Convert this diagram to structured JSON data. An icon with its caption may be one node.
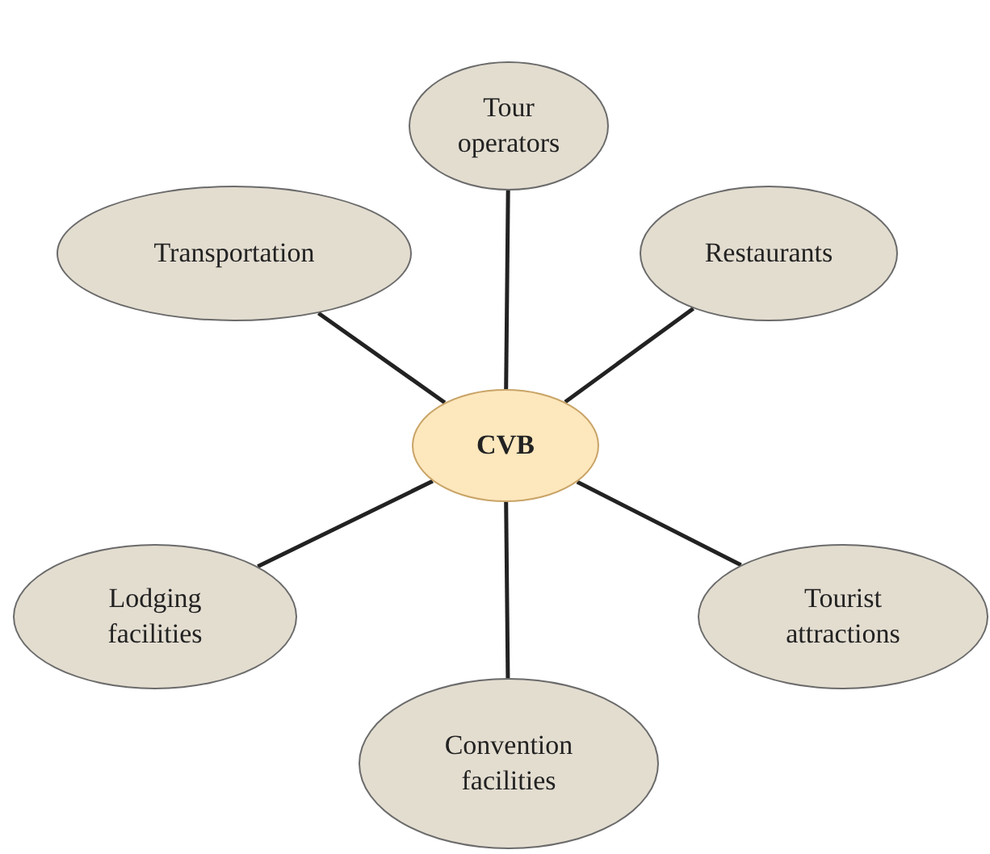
{
  "diagram": {
    "nodes": [
      {
        "text": [
          "Tour operators"
        ]
      },
      {
        "text": [
          "Transportation"
        ]
      },
      {
        "text": [
          "Restaurants"
        ]
      },
      {
        "text": [
          "CVB"
        ]
      },
      {
        "text": [
          "Lodging facilities"
        ]
      },
      {
        "text": [
          "Tourist attractions"
        ]
      },
      {
        "text": [
          "Convention facilities"
        ]
      }
    ],
    "edges": [
      {
        "from": 3,
        "to": 0,
        "arrow": "none"
      },
      {
        "from": 3,
        "to": 1,
        "arrow": "none"
      },
      {
        "from": 3,
        "to": 2,
        "arrow": "none"
      },
      {
        "from": 3,
        "to": 4,
        "arrow": "none"
      },
      {
        "from": 3,
        "to": 5,
        "arrow": "none"
      },
      {
        "from": 3,
        "to": 6,
        "arrow": "none"
      }
    ]
  }
}
